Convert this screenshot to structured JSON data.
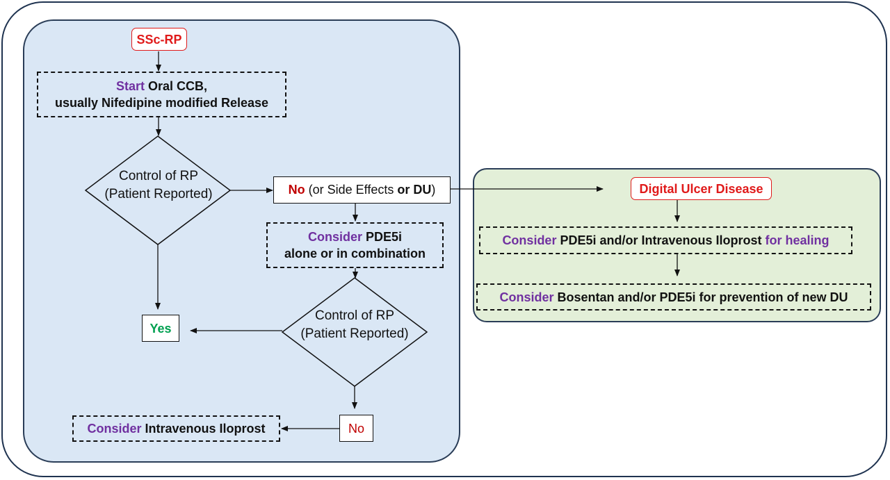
{
  "start": {
    "label": "SSc-RP"
  },
  "step_ccb": {
    "prefix": "Start",
    "rest": "Oral CCB,",
    "line2": "usually Nifedipine modified Release"
  },
  "decision1": {
    "line1": "Control of RP",
    "line2": "(Patient Reported)"
  },
  "no_branch": {
    "no": "No",
    "part1": "(or Side Effects",
    "or": "or",
    "du": "DU",
    "close": ")"
  },
  "step_pde5i": {
    "prefix": "Consider",
    "rest": "PDE5i",
    "line2": "alone or in combination"
  },
  "decision2": {
    "line1": "Control of RP",
    "line2": "(Patient Reported)"
  },
  "yes_box": {
    "label": "Yes"
  },
  "no_box": {
    "label": "No"
  },
  "step_iloprost": {
    "prefix": "Consider",
    "rest": "Intravenous Iloprost"
  },
  "du_panel": {
    "title": "Digital Ulcer Disease",
    "healing": {
      "prefix": "Consider",
      "middle": "PDE5i and/or Intravenous Iloprost",
      "suffix": "for healing"
    },
    "prevention": {
      "prefix": "Consider",
      "rest": "Bosentan and/or PDE5i for prevention of new DU"
    }
  },
  "colors": {
    "blue_panel": "#dae7f5",
    "green_panel": "#e3efd8",
    "purple": "#7030a0",
    "red": "#e01a1a",
    "green": "#00a050"
  }
}
